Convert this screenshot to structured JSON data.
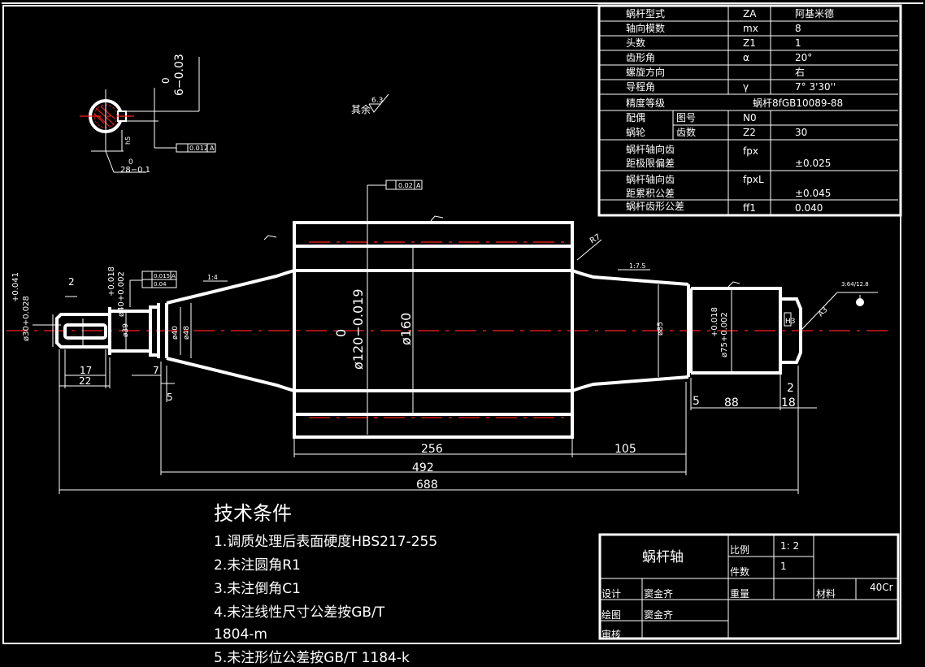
{
  "spec_table": {
    "rows": [
      {
        "label": "蜗杆型式",
        "symbol": "ZA",
        "value": "阿基米德"
      },
      {
        "label": "轴向模数",
        "symbol": "mx",
        "value": "8"
      },
      {
        "label": "头数",
        "symbol": "Z1",
        "value": "1"
      },
      {
        "label": "齿形角",
        "symbol": "α",
        "value": "20°"
      },
      {
        "label": "螺旋方向",
        "symbol": "",
        "value": "右"
      },
      {
        "label": "导程角",
        "symbol": "γ",
        "value": "7° 3'30''"
      },
      {
        "label": "精度等级",
        "symbol": "",
        "value": "蜗杆8fGB10089-88"
      }
    ],
    "pair": {
      "label_a": "配偶",
      "label_b": "蜗轮",
      "sub_a": "图号",
      "sub_b": "齿数",
      "symbol_a": "N0",
      "symbol_b": "Z2",
      "value_b": "30"
    },
    "tol_rows": [
      {
        "label_1": "蜗杆轴向齿",
        "label_2": "距极限偏差",
        "symbol": "fpx",
        "value": "±0.025"
      },
      {
        "label_1": "蜗杆轴向齿",
        "label_2": "距累积公差",
        "symbol": "fpxL",
        "value": "±0.045"
      },
      {
        "label_1": "蜗杆齿形公差",
        "label_2": "",
        "symbol": "ff1",
        "value": "0.040"
      }
    ]
  },
  "tech": {
    "title": "技术条件",
    "lines": [
      "1.调质处理后表面硬度HBS217-255",
      "2.未注圆角R1",
      "3.未注倒角C1",
      "4.未注线性尺寸公差按GB/T",
      "1804-m",
      "5.未注形位公差按GB/T 1184-k"
    ]
  },
  "title_block": {
    "part_name": "蜗杆轴",
    "scale_label": "比例",
    "scale_value": "1: 2",
    "qty_label": "件数",
    "qty_value": "1",
    "design_label": "设计",
    "designer": "窦金齐",
    "weight_label": "重量",
    "material_label": "材料",
    "material_value": "40Cr",
    "draw_label": "绘图",
    "drafter": "窦金齐",
    "check_label": "审核"
  },
  "dims": {
    "d688": "688",
    "d492": "492",
    "d256": "256",
    "d105": "105",
    "d88": "88",
    "d18": "18",
    "d5a": "5",
    "d5b": "5",
    "d7": "7",
    "d17": "17",
    "d22": "22",
    "d2a": "2",
    "d2b": "2",
    "phi160": "ø160",
    "phi120": "ø120−0.019",
    "phi120_up": "0",
    "phi75": "ø75+0.002",
    "phi75_up": "+0.018",
    "phi30": "ø30+0.028",
    "phi30_up": "+0.041",
    "phi40a": "ø40+0.002",
    "phi40a_up": "+0.018",
    "phi39": "ø39",
    "phi40": "ø40",
    "phi48": "ø48",
    "phi85": "ø85",
    "key_6": "6−0.03",
    "key_6_up": "0",
    "key_28": "28−0.1",
    "key_28_up": "0",
    "taper_a": "1:4",
    "taper_b": "1:7.5",
    "r7": "R7",
    "rest_rough": "其余",
    "rough_63": "6.3",
    "gtol_1": "0.02",
    "gtol_2": "0.015",
    "gtol_3": "0.04",
    "gtol_key": "0.012",
    "datum_a": "A",
    "thread_note": "3:64/12.8",
    "h5": "h5",
    "a3": "A3",
    "h3": "H3"
  },
  "colors": {
    "background": "#000000",
    "lines": "#ffffff",
    "centerline": "#ff2020"
  }
}
